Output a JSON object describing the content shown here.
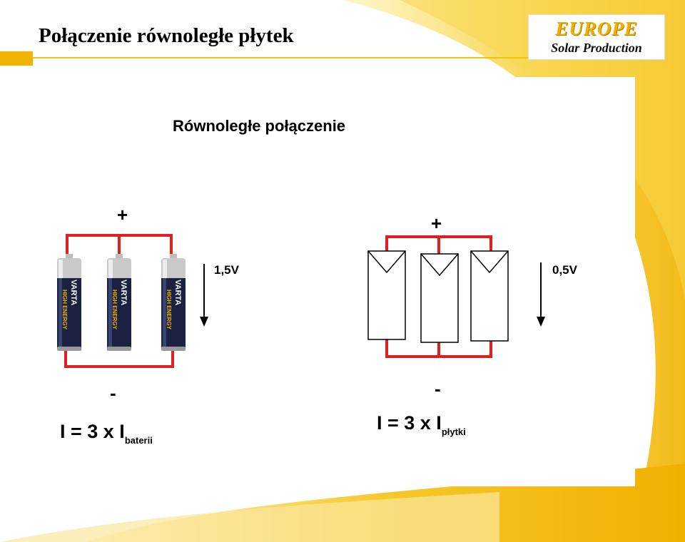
{
  "slide": {
    "title": "Połączenie równoległe płytek"
  },
  "logo": {
    "line1": "EUROPE",
    "line2": "Solar Production"
  },
  "diagram": {
    "heading": "Równoległe połączenie",
    "battery_group": {
      "plus": "+",
      "minus": "-",
      "voltage": "1,5V",
      "battery_brand": "VARTA",
      "battery_model": "HIGH ENERGY",
      "formula_main": "I = 3 x I",
      "formula_sub": "baterii"
    },
    "panel_group": {
      "plus": "+",
      "minus": "-",
      "voltage": "0,5V",
      "formula_main": "I = 3 x I",
      "formula_sub": "płytki"
    }
  },
  "colors": {
    "accent": "#f0b400",
    "wire": "#e02020",
    "battery_body": "#1b2141"
  }
}
